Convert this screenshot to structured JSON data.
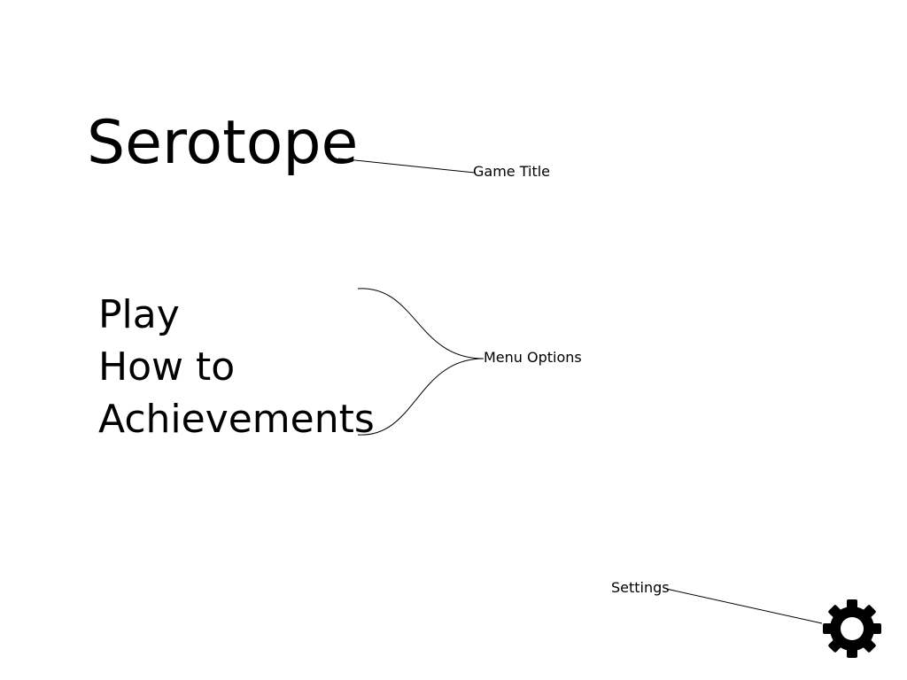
{
  "game": {
    "title": "Serotope"
  },
  "menu": {
    "items": [
      {
        "label": "Play"
      },
      {
        "label": "How to"
      },
      {
        "label": "Achievements"
      }
    ]
  },
  "annotations": {
    "game_title": "Game Title",
    "menu_options": "Menu Options",
    "settings": "Settings"
  },
  "icons": {
    "settings": "gear-icon"
  },
  "colors": {
    "background": "#ffffff",
    "ink": "#000000"
  }
}
